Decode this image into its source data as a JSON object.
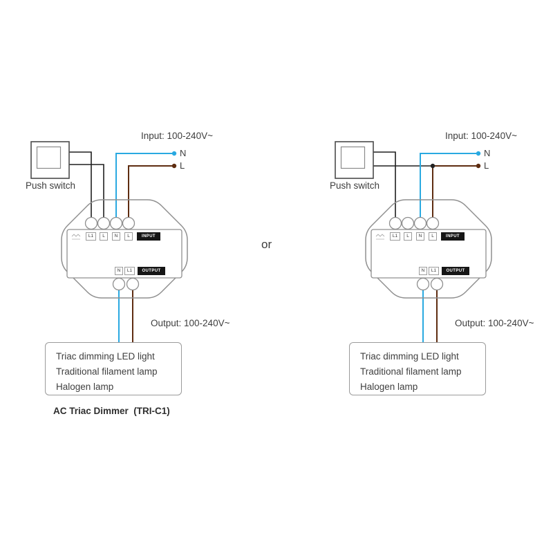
{
  "or_label": "or",
  "caption": "AC Triac Dimmer  (TRI-C1)",
  "labels": {
    "input": "Input: 100-240V~",
    "output": "Output: 100-240V~",
    "push_switch": "Push switch",
    "neutral": "N",
    "live": "L"
  },
  "module": {
    "input_terminals": [
      "L1",
      "L",
      "N",
      "L"
    ],
    "input_tag": "INPUT",
    "output_terminals": [
      "N",
      "L1"
    ],
    "output_tag": "OUTPUT"
  },
  "load_box": {
    "lines": [
      "Triac dimming LED light",
      "Traditional filament lamp",
      "Halogen lamp"
    ]
  },
  "colors": {
    "neutral_wire": "#29A9E1",
    "live_wire": "#5E2C10",
    "switch_wire": "#1E1E1E",
    "module_outline": "#8F8F8F",
    "text": "#3D3D3D"
  }
}
